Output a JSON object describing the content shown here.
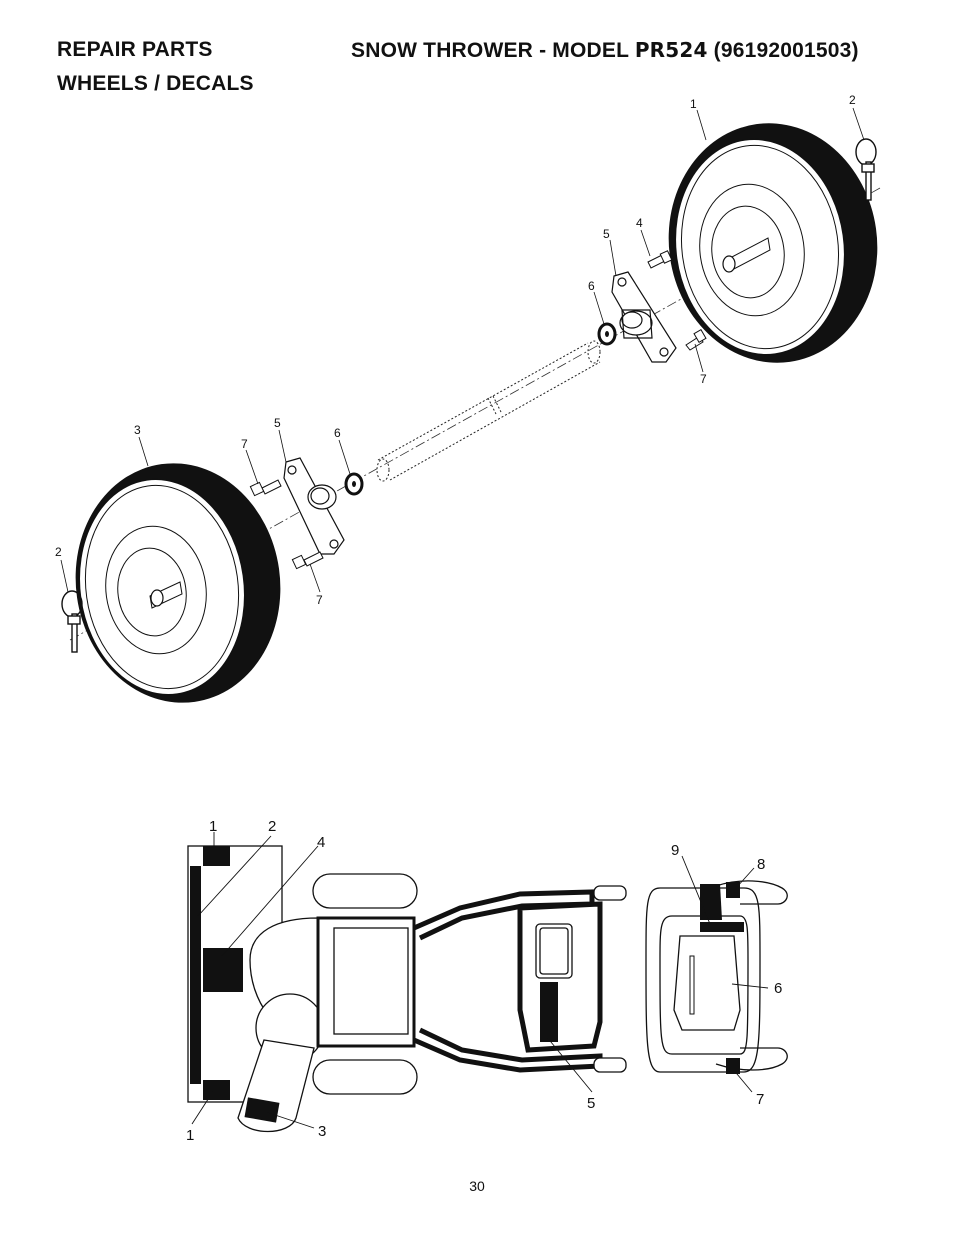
{
  "header": {
    "section": "REPAIR PARTS",
    "title_prefix": "SNOW THROWER - MODEL",
    "model": "PR524",
    "part_number": "(96192001503)",
    "subtitle": "WHEELS / DECALS"
  },
  "wheels_diagram": {
    "callouts": [
      "1",
      "2",
      "4",
      "5",
      "6",
      "7",
      "3",
      "7",
      "5",
      "6",
      "2",
      "7"
    ]
  },
  "decals_diagram": {
    "callouts": [
      "1",
      "2",
      "4",
      "1",
      "3",
      "5",
      "9",
      "8",
      "6",
      "7"
    ]
  },
  "footer": {
    "page_number": "30"
  }
}
